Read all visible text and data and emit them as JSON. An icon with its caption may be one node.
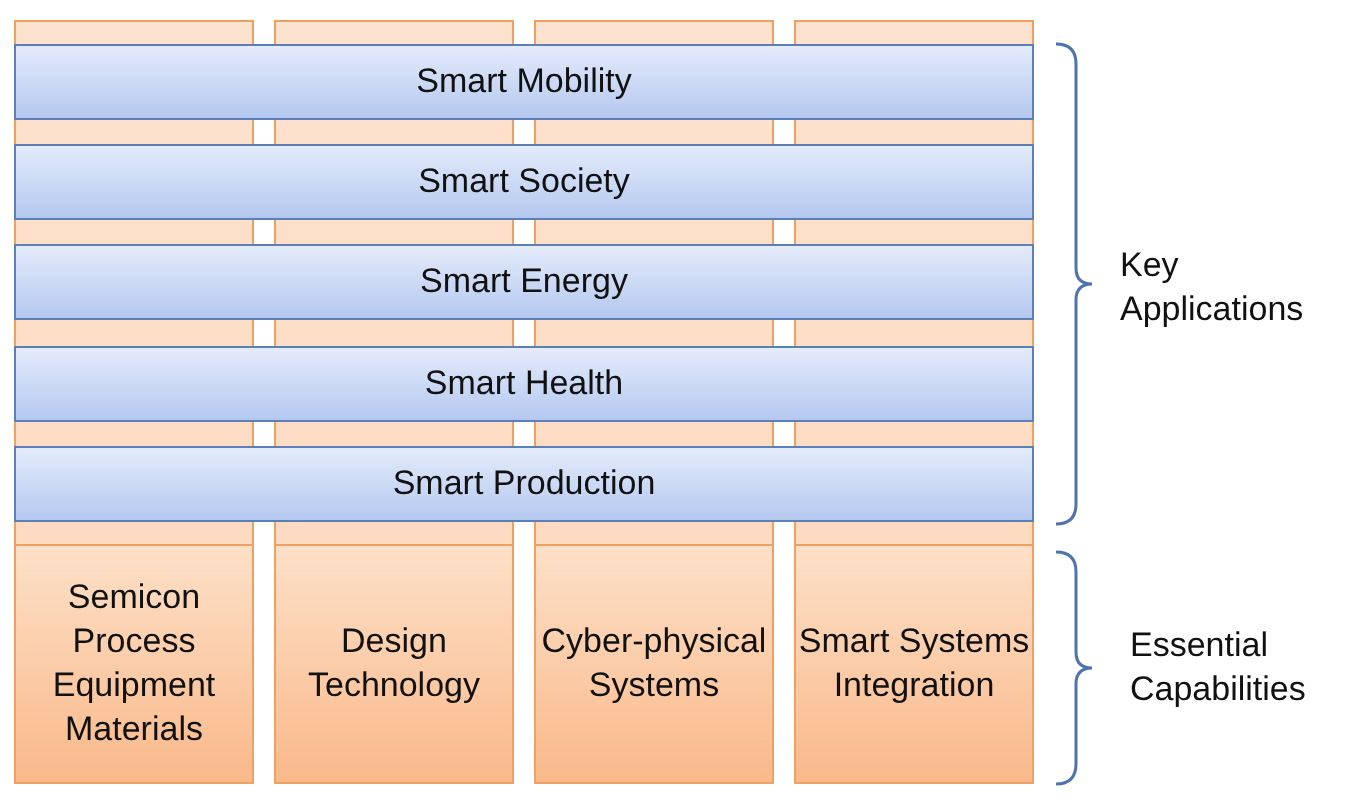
{
  "diagram": {
    "nodes": [
      {
        "text": [
          "Smart Mobility"
        ]
      },
      {
        "text": [
          "Smart Society"
        ]
      },
      {
        "text": [
          "Smart Energy"
        ]
      },
      {
        "text": [
          "Smart Health"
        ]
      },
      {
        "text": [
          "Smart Production"
        ]
      },
      {
        "text": [
          "Semicon Process Equipment Materials"
        ]
      },
      {
        "text": [
          "Design Technology"
        ]
      },
      {
        "text": [
          "Cyber-physical Systems"
        ]
      },
      {
        "text": [
          "Smart Systems Integration"
        ]
      }
    ],
    "edges": [],
    "labels": [
      "Key Applications",
      "Essential Capabilities"
    ]
  }
}
